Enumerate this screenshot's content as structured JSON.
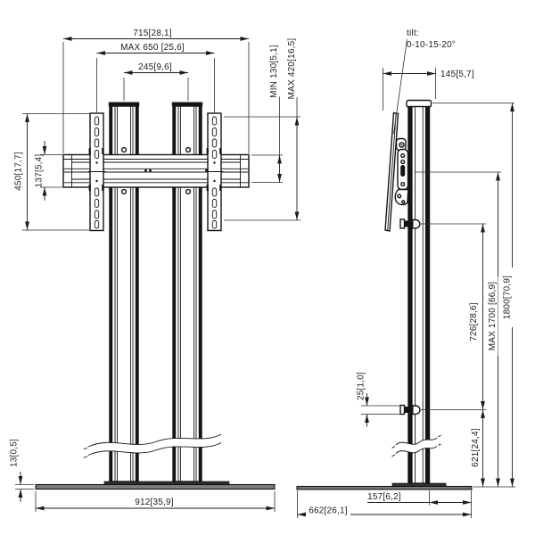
{
  "front_view": {
    "overall_width": "715[28,1]",
    "max_panel_width": "MAX 650 [25,6]",
    "column_spacing": "245[9,6]",
    "min_interface_height": "MIN 130[5,1]",
    "max_interface_height": "MAX 420[16,5]",
    "strip_height": "450[17,7]",
    "crossbar_height": "137[5,4]",
    "base_thickness": "13[0,5]",
    "base_width": "912[35,9]"
  },
  "side_view": {
    "tilt_label": "tilt:",
    "tilt_angles": "0-10-15-20°",
    "depth_offset": "145[5,7]",
    "overall_height": "1800[70,9]",
    "max_screen_center_height": "MAX 1700 [66,9]",
    "bracket_to_knob": "726[28,6]",
    "knob_size": "25[1,0]",
    "knob_to_base": "621[24,4]",
    "base_rear_depth": "157[6,2]",
    "base_depth": "662[26,1]"
  }
}
